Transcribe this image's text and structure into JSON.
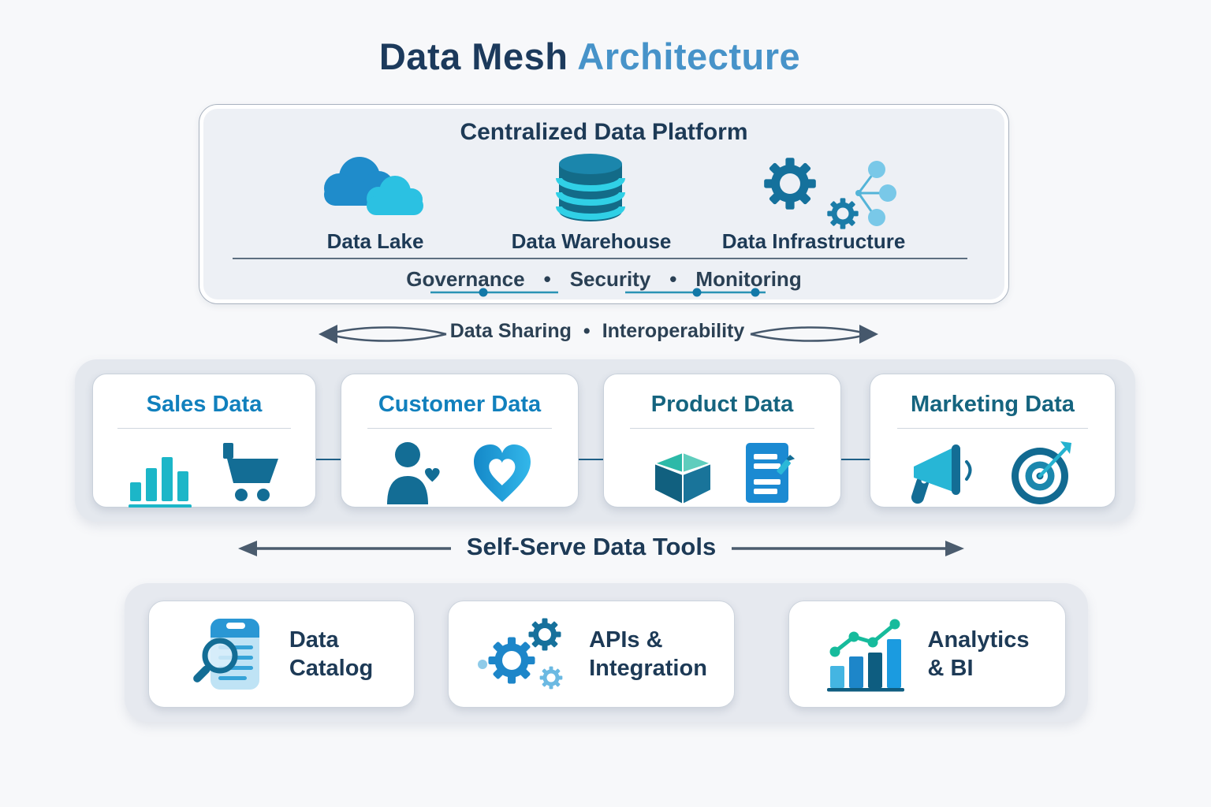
{
  "title": {
    "part1": "Data Mesh",
    "part2": "Architecture"
  },
  "platform": {
    "title": "Centralized Data Platform",
    "components": [
      {
        "label": "Data Lake",
        "icon": "cloud-icon"
      },
      {
        "label": "Data Warehouse",
        "icon": "database-icon"
      },
      {
        "label": "Data Infrastructure",
        "icon": "gears-network-icon"
      }
    ],
    "footer": {
      "items": [
        "Governance",
        "Security",
        "Monitoring"
      ],
      "separator": "•"
    }
  },
  "sharing_band": {
    "left_label": "Data Sharing",
    "separator": "•",
    "right_label": "Interoperability"
  },
  "domains": [
    {
      "title": "Sales Data",
      "icons": [
        "bar-chart-icon",
        "shopping-cart-icon"
      ]
    },
    {
      "title": "Customer Data",
      "icons": [
        "person-heart-icon",
        "heart-icon"
      ]
    },
    {
      "title": "Product Data",
      "icons": [
        "open-box-icon",
        "document-edit-icon"
      ]
    },
    {
      "title": "Marketing Data",
      "icons": [
        "megaphone-icon",
        "target-icon"
      ]
    }
  ],
  "tools_band": {
    "label": "Self-Serve Data Tools"
  },
  "tools": [
    {
      "line1": "Data",
      "line2": "Catalog",
      "icon": "data-catalog-icon"
    },
    {
      "line1": "APIs &",
      "line2": "Integration",
      "icon": "gears-icon"
    },
    {
      "line1": "Analytics",
      "line2": "& BI",
      "icon": "analytics-chart-icon"
    }
  ],
  "colors": {
    "title_dark": "#1c3a5c",
    "title_accent": "#4793c9",
    "navy_text": "#1d3a56",
    "bright_blue_title": "#1180bd",
    "deep_teal_title": "#15647f",
    "teal": "#1cb6c8",
    "cyan": "#2bc1e2",
    "slate_arrow": "#46586c",
    "panel_bg": "#edf0f5",
    "strip_bg": "#e4e8ee",
    "card_bg": "#ffffff"
  }
}
